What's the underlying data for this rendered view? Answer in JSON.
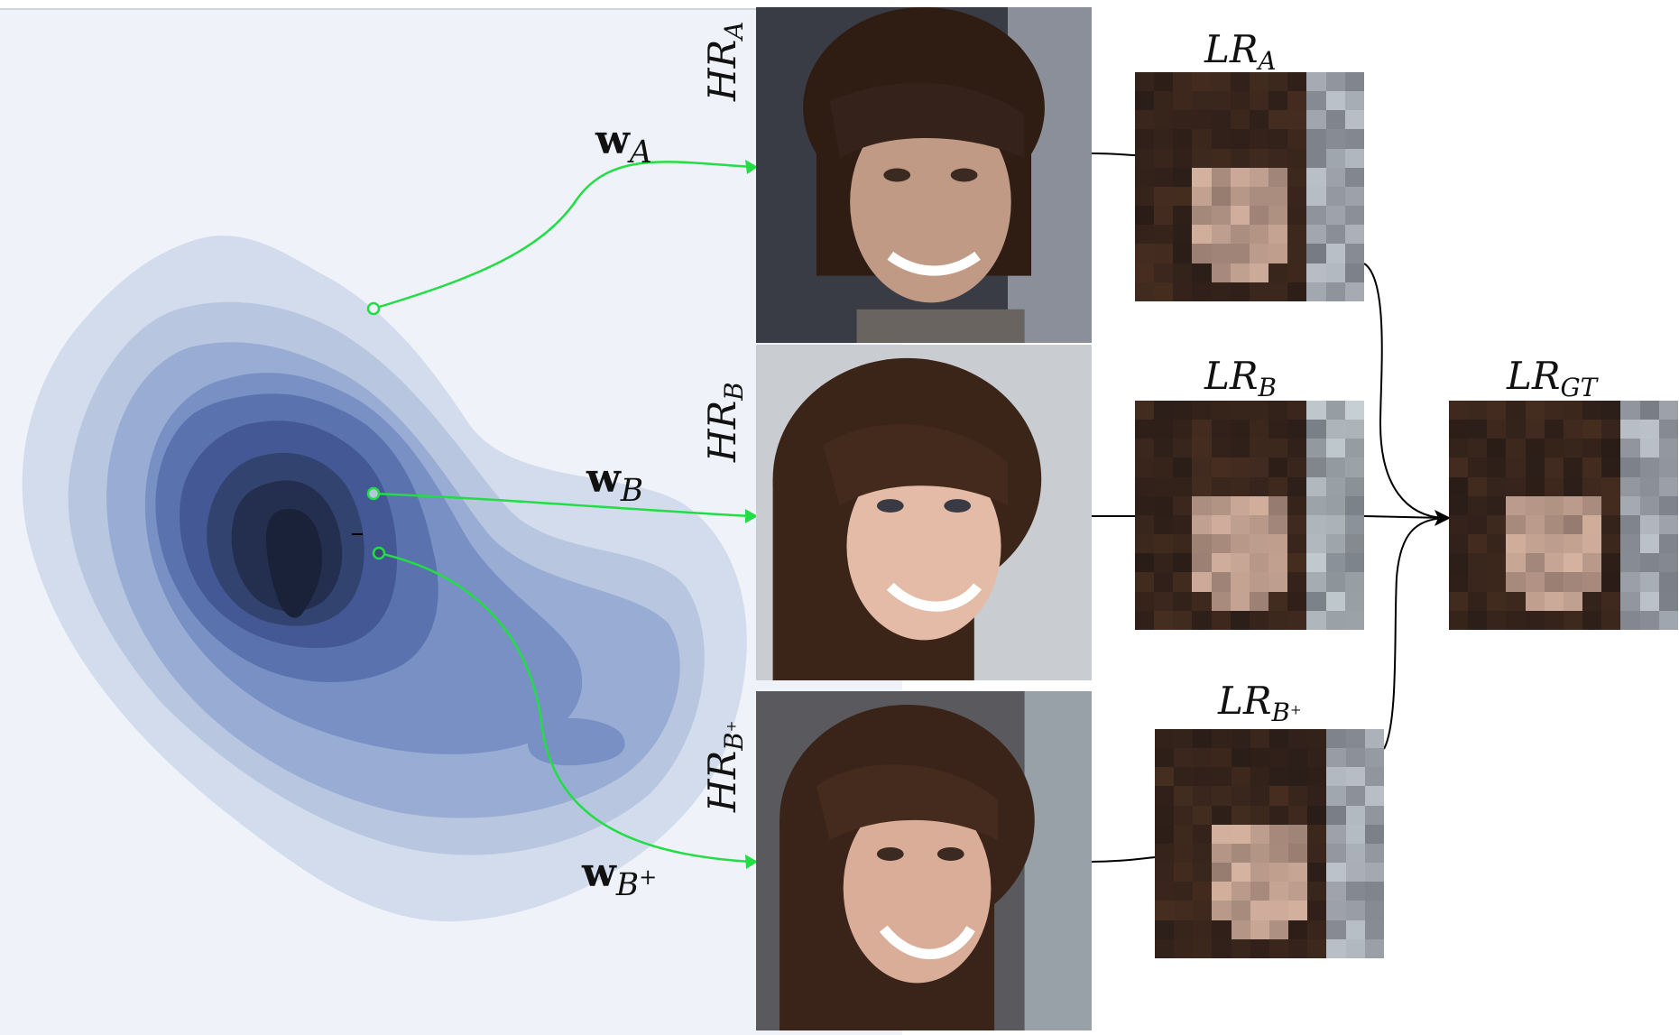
{
  "diagram": {
    "latent_points": [
      {
        "id": "a",
        "label_main": "w",
        "label_sub": "A",
        "label_sup": ""
      },
      {
        "id": "b",
        "label_main": "w",
        "label_sub": "B",
        "label_sup": ""
      },
      {
        "id": "bplus",
        "label_main": "w",
        "label_sub": "B",
        "label_sup": "+"
      }
    ],
    "hr_images": [
      {
        "id": "a",
        "label_main": "HR",
        "label_sub": "A",
        "label_sup": ""
      },
      {
        "id": "b",
        "label_main": "HR",
        "label_sub": "B",
        "label_sup": ""
      },
      {
        "id": "bplus",
        "label_main": "HR",
        "label_sub": "B",
        "label_sup": "+"
      }
    ],
    "lr_images": [
      {
        "id": "a",
        "label_main": "LR",
        "label_sub": "A",
        "label_sup": ""
      },
      {
        "id": "b",
        "label_main": "LR",
        "label_sub": "B",
        "label_sup": ""
      },
      {
        "id": "bplus",
        "label_main": "LR",
        "label_sub": "B",
        "label_sup": "+"
      }
    ],
    "ground_truth": {
      "label_main": "LR",
      "label_sub": "GT"
    },
    "colors": {
      "background": "#eff3f9",
      "contour_levels": [
        "#d2dcec",
        "#b8c6e0",
        "#98acd4",
        "#7890c4",
        "#5a72ae",
        "#435894",
        "#32436f",
        "#242f4f",
        "#192239"
      ],
      "mapping_arrow": "#22dd44",
      "flow_arrow": "#000000"
    },
    "icons": {
      "latent_point": "hollow-circle-marker",
      "arrow": "arrowhead"
    }
  }
}
